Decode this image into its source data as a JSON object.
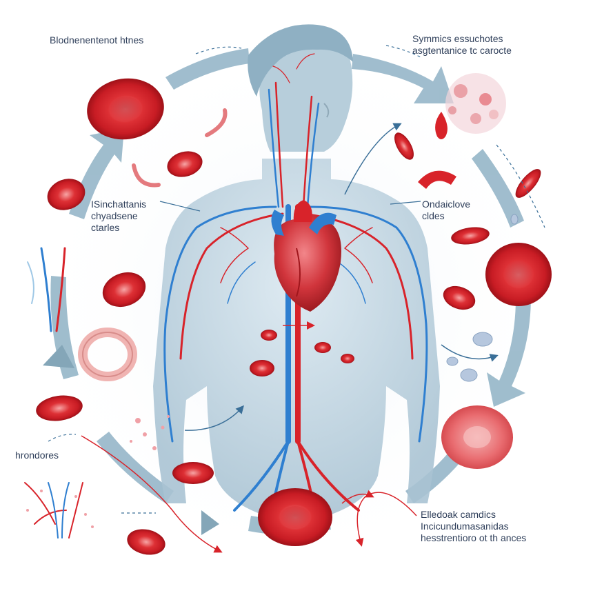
{
  "labels": {
    "top_left": [
      "Blodnenentenot htnes"
    ],
    "top_right": [
      "Symmics essuchotes",
      "asgtentanice tc carocte"
    ],
    "mid_left": [
      "ISinchattanis",
      "chyadsene",
      "ctarles"
    ],
    "mid_right": [
      "Ondaiclove",
      "cldes"
    ],
    "bottom_left": [
      "hrondores"
    ],
    "bottom_right": [
      "Elledoak camdics",
      "Incicundumasanidas",
      "hesstrentioro ot th ances"
    ]
  },
  "colors": {
    "cell_red": "#d9282f",
    "cell_dark": "#a9141b",
    "artery": "#d8232a",
    "vein": "#2f7fd0",
    "body": "#b9cfdc",
    "cycle_arrow": "#7ea4b8",
    "label_text": "#2f3f5a"
  },
  "icons": [
    "red-blood-cell-icon",
    "heart-icon",
    "cycle-arrow-icon",
    "capillary-network-icon",
    "ring-cell-icon",
    "platelet-icon"
  ]
}
